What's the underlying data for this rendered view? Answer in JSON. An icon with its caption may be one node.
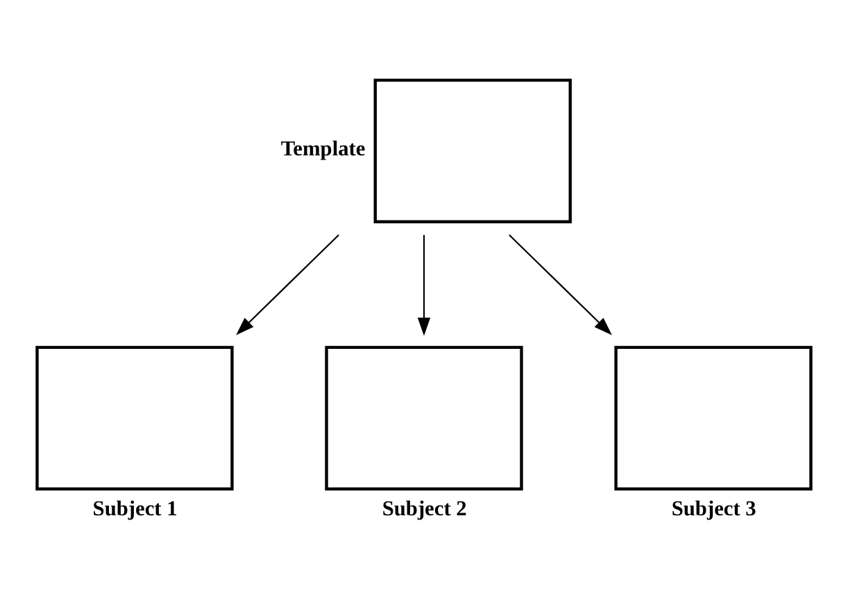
{
  "diagram": {
    "nodes": [
      {
        "text": [
          "Template"
        ]
      },
      {
        "text": [
          "Subject 1"
        ]
      },
      {
        "text": [
          "Subject 2"
        ]
      },
      {
        "text": [
          "Subject 3"
        ]
      }
    ],
    "edges": [
      {
        "from": 0,
        "to": 1,
        "arrow": "to"
      },
      {
        "from": 0,
        "to": 2,
        "arrow": "to"
      },
      {
        "from": 0,
        "to": 3,
        "arrow": "to"
      }
    ]
  }
}
